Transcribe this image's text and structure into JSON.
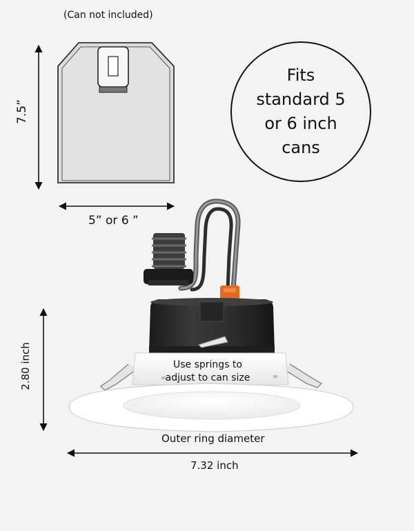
{
  "can_note": "(Can not included)",
  "can_height": "7.5”",
  "can_width": "5” or 6 ”",
  "fits_badge": "Fits standard 5 or 6 inch cans",
  "fixture_height": "2.80 inch",
  "springs_note": "Use springs to adjust to can size",
  "ring_label": "Outer ring diameter",
  "ring_width": "7.32 inch",
  "colors": {
    "background": "#f3f3f3",
    "housing": "#2a2a2a",
    "trim": "#ffffff",
    "connector": "#e2691f"
  }
}
